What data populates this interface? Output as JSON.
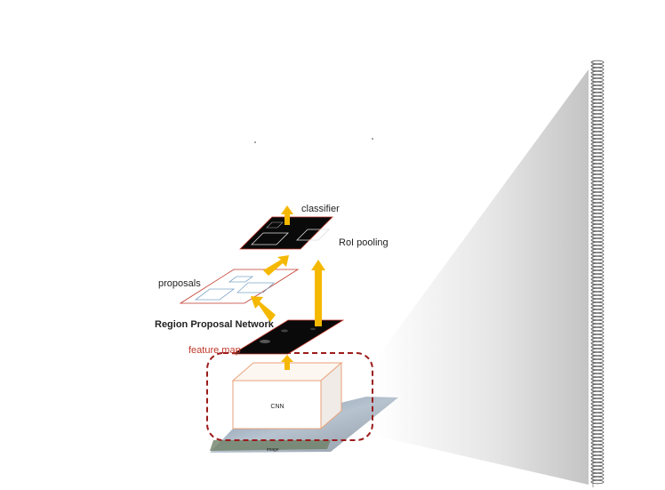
{
  "labels": {
    "classifier": "classifier",
    "roi_pooling": "RoI pooling",
    "proposals": "proposals",
    "rpn": "Region Proposal Network",
    "feature_map": "feature map",
    "cnn": "CNN",
    "image": "image"
  },
  "colors": {
    "arrow": "#F5B800",
    "feature_plane": "#0a0a0a",
    "plane_border": "#c0392b",
    "dashed_box": "#9b1b1b",
    "feature_map_text": "#c0392b",
    "cnn_box_border": "#e8a27a",
    "wedge_light": "#ffffff",
    "wedge_dark": "#c9c9c9",
    "coil": "#555555"
  }
}
